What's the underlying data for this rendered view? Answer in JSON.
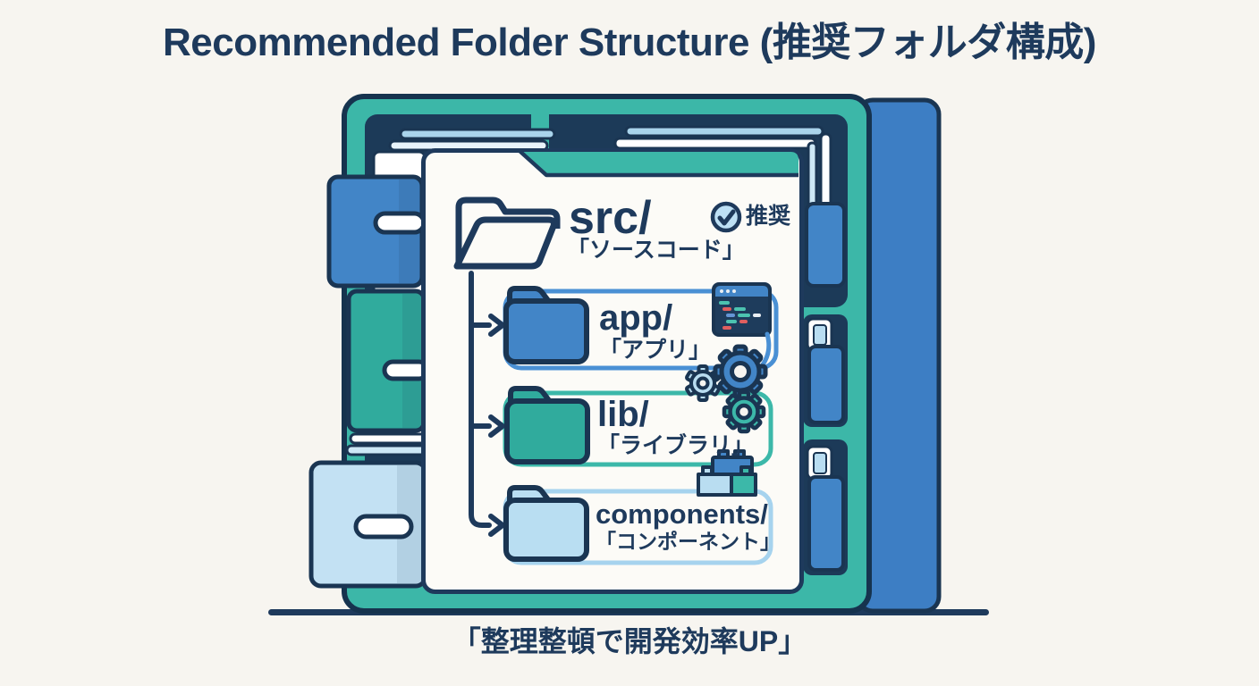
{
  "title": "Recommended Folder Structure (推奨フォルダ構成)",
  "footer_caption": "「整理整頓で開発効率UP」",
  "badge": {
    "label": "推奨",
    "icon": "check-circle-icon"
  },
  "tree": {
    "root": {
      "name": "src/",
      "caption": "「ソースコード」",
      "icon": "open-folder-icon"
    },
    "children": [
      {
        "name": "app/",
        "caption": "「アプリ」",
        "icon": "folder-icon",
        "accent": "#4285c7",
        "decoration": "code-editor-icon"
      },
      {
        "name": "lib/",
        "caption": "「ライブラリ」",
        "icon": "folder-icon",
        "accent": "#3cb8a9",
        "decoration": "gear-icons"
      },
      {
        "name": "components/",
        "caption": "「コンポーネント」",
        "icon": "folder-icon",
        "accent": "#b9ddf1",
        "decoration": "lego-brick-icon"
      }
    ]
  },
  "illustration": {
    "subject": "filing-cabinet-with-folders",
    "colors": {
      "navy": "#1e3a5c",
      "outline": "#1a3552",
      "teal": "#3cb7a8",
      "blue": "#4285c7",
      "light_blue": "#b9ddf1",
      "paper_white": "#ffffff",
      "paper_blue": "#cde8f6",
      "card_white": "#fcfbf7",
      "compartment_navy": "#1c3a58",
      "background": "#f7f5f0",
      "code_red": "#e05f5f",
      "code_teal": "#4cc3b0",
      "code_white": "#e9eef3"
    }
  }
}
